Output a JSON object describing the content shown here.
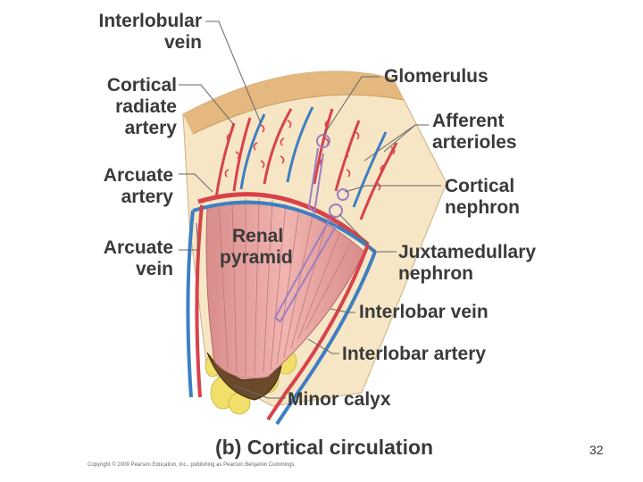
{
  "labels": {
    "interlobular_vein": [
      "Interlobular",
      "vein"
    ],
    "cortical_radiate_artery": [
      "Cortical",
      "radiate",
      "artery"
    ],
    "arcuate_artery": [
      "Arcuate",
      "artery"
    ],
    "arcuate_vein": [
      "Arcuate",
      "vein"
    ],
    "renal_pyramid": [
      "Renal",
      "pyramid"
    ],
    "glomerulus": "Glomerulus",
    "afferent_arterioles": [
      "Afferent",
      "arterioles"
    ],
    "cortical_nephron": [
      "Cortical",
      "nephron"
    ],
    "juxtamedullary_nephron": [
      "Juxtamedullary",
      "nephron"
    ],
    "interlobar_vein": "Interlobar vein",
    "interlobar_artery": "Interlobar artery",
    "minor_calyx": "Minor calyx"
  },
  "caption": "(b) Cortical circulation",
  "copyright": "Copyright © 2009 Pearson Education, Inc., publishing as Pearson Benjamin Cummings",
  "slide_number": "32",
  "colors": {
    "cortex": "#f6e6c6",
    "capsule": "#e2b275",
    "pyramid": "#e8a7a3",
    "artery": "#d8424a",
    "vein": "#3d7fc2",
    "nephron": "#9b7ec4",
    "fat": "#f1df6a",
    "leader": "#666666"
  }
}
